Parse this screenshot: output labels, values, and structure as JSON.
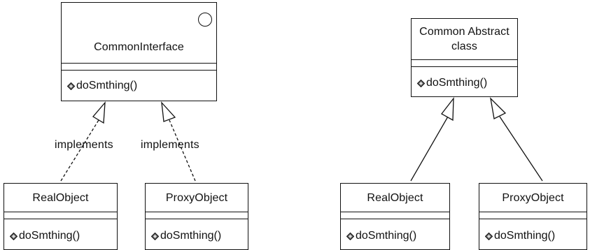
{
  "left_diagram": {
    "interface": {
      "name": "CommonInterface",
      "method": "doSmthing()"
    },
    "real_object": {
      "name": "RealObject",
      "method": "doSmthing()"
    },
    "proxy_object": {
      "name": "ProxyObject",
      "method": "doSmthing()"
    },
    "relation_labels": [
      "implements",
      "implements"
    ]
  },
  "right_diagram": {
    "abstract_class": {
      "name_line1": "Common Abstract",
      "name_line2": "class",
      "method": "doSmthing()"
    },
    "real_object": {
      "name": "RealObject",
      "method": "doSmthing()"
    },
    "proxy_object": {
      "name": "ProxyObject",
      "method": "doSmthing()"
    }
  },
  "icons": {
    "interface_marker": "circle-icon",
    "method_marker": "operation-icon"
  },
  "colors": {
    "line": "#111111",
    "background": "#ffffff"
  }
}
